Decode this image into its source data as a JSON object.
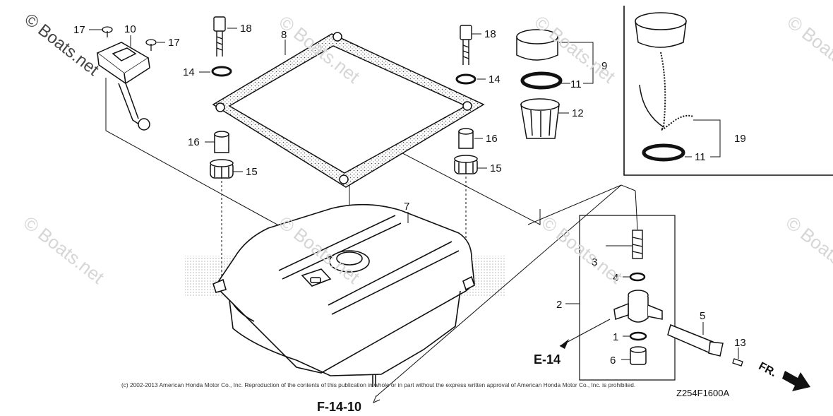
{
  "watermarks": {
    "main": "© Boats.net",
    "faint": "© Boats.net"
  },
  "callouts": [
    {
      "id": "17a",
      "label": "17"
    },
    {
      "id": "10",
      "label": "10"
    },
    {
      "id": "17b",
      "label": "17"
    },
    {
      "id": "18a",
      "label": "18"
    },
    {
      "id": "8",
      "label": "8"
    },
    {
      "id": "18b",
      "label": "18"
    },
    {
      "id": "9",
      "label": "9"
    },
    {
      "id": "14a",
      "label": "14"
    },
    {
      "id": "14b",
      "label": "14"
    },
    {
      "id": "11a",
      "label": "11"
    },
    {
      "id": "12",
      "label": "12"
    },
    {
      "id": "16a",
      "label": "16"
    },
    {
      "id": "16b",
      "label": "16"
    },
    {
      "id": "19",
      "label": "19"
    },
    {
      "id": "11b",
      "label": "11"
    },
    {
      "id": "15a",
      "label": "15"
    },
    {
      "id": "15b",
      "label": "15"
    },
    {
      "id": "7",
      "label": "7"
    },
    {
      "id": "3",
      "label": "3"
    },
    {
      "id": "4",
      "label": "4"
    },
    {
      "id": "2",
      "label": "2"
    },
    {
      "id": "5",
      "label": "5"
    },
    {
      "id": "1",
      "label": "1"
    },
    {
      "id": "13",
      "label": "13"
    },
    {
      "id": "6",
      "label": "6"
    }
  ],
  "references": {
    "e14": "E-14",
    "f1410": "F-14-10"
  },
  "copyright": "(c) 2002-2013 American Honda Motor Co., Inc. Reproduction of the contents of this publication in whole or in part without the express written approval of American Honda Motor Co., Inc. is prohibited.",
  "diagram_code": "Z254F1600A",
  "direction_label": "FR."
}
